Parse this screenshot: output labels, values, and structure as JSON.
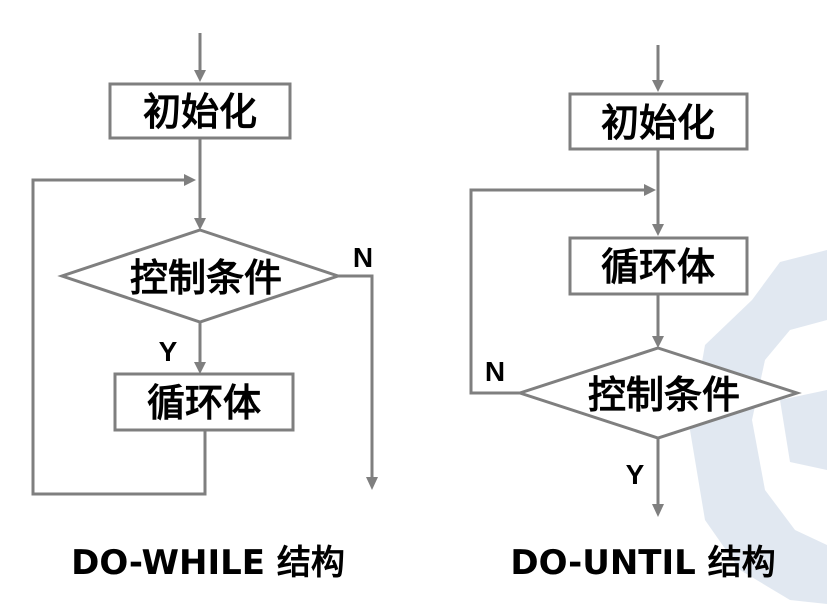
{
  "colors": {
    "line": "#7f7f7f",
    "text": "#000000",
    "watermark": "#c9d6e6"
  },
  "do_while": {
    "init": "初始化",
    "condition": "控制条件",
    "body": "循环体",
    "yes": "Y",
    "no": "N",
    "caption": "DO-WHILE 结构"
  },
  "do_until": {
    "init": "初始化",
    "body": "循环体",
    "condition": "控制条件",
    "yes": "Y",
    "no": "N",
    "caption": "DO-UNTIL 结构"
  }
}
